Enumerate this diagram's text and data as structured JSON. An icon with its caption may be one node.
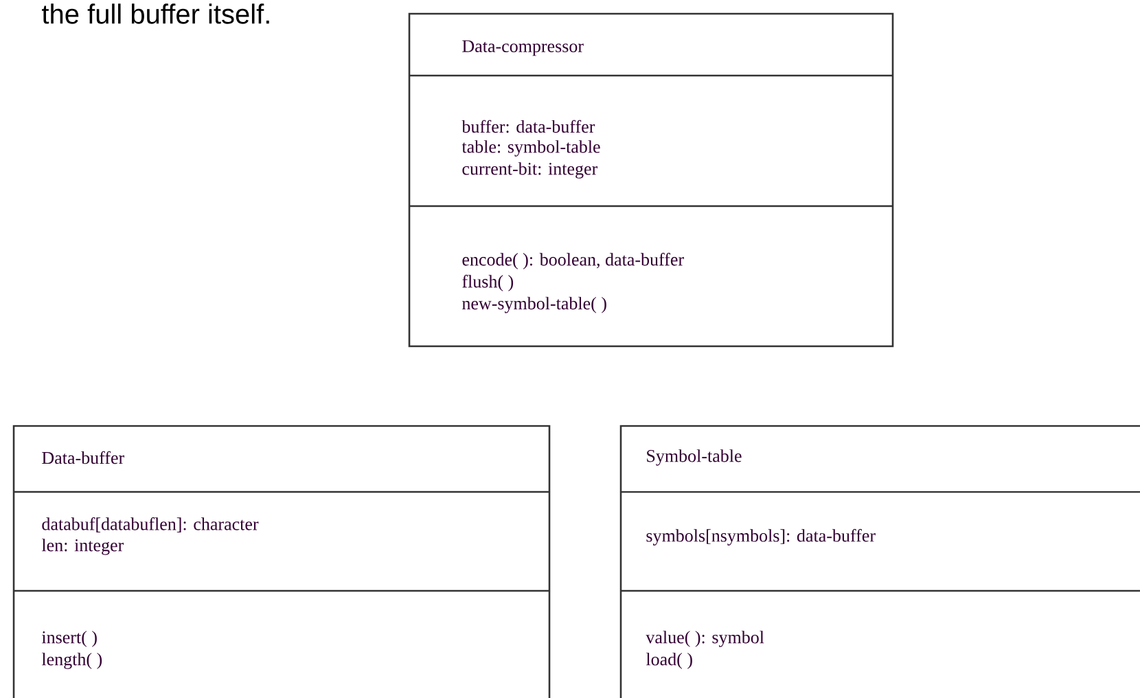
{
  "diagram": {
    "nodes": [
      {
        "text": [
          "Data-compressor",
          "buffer: data-buffer",
          "table: symbol-table",
          "current-bit: integer",
          "encode( ): boolean, data-buffer",
          "flush( )",
          "new-symbol-table( )"
        ]
      },
      {
        "text": [
          "Data-buffer",
          "databuf[databuflen]: character",
          "len: integer",
          "insert( )",
          "length( )"
        ]
      },
      {
        "text": [
          "Symbol-table",
          "symbols[nsymbols]: data-buffer",
          "value( ): symbol",
          "load( )"
        ]
      }
    ],
    "labels": [
      "the full buffer itself."
    ]
  }
}
